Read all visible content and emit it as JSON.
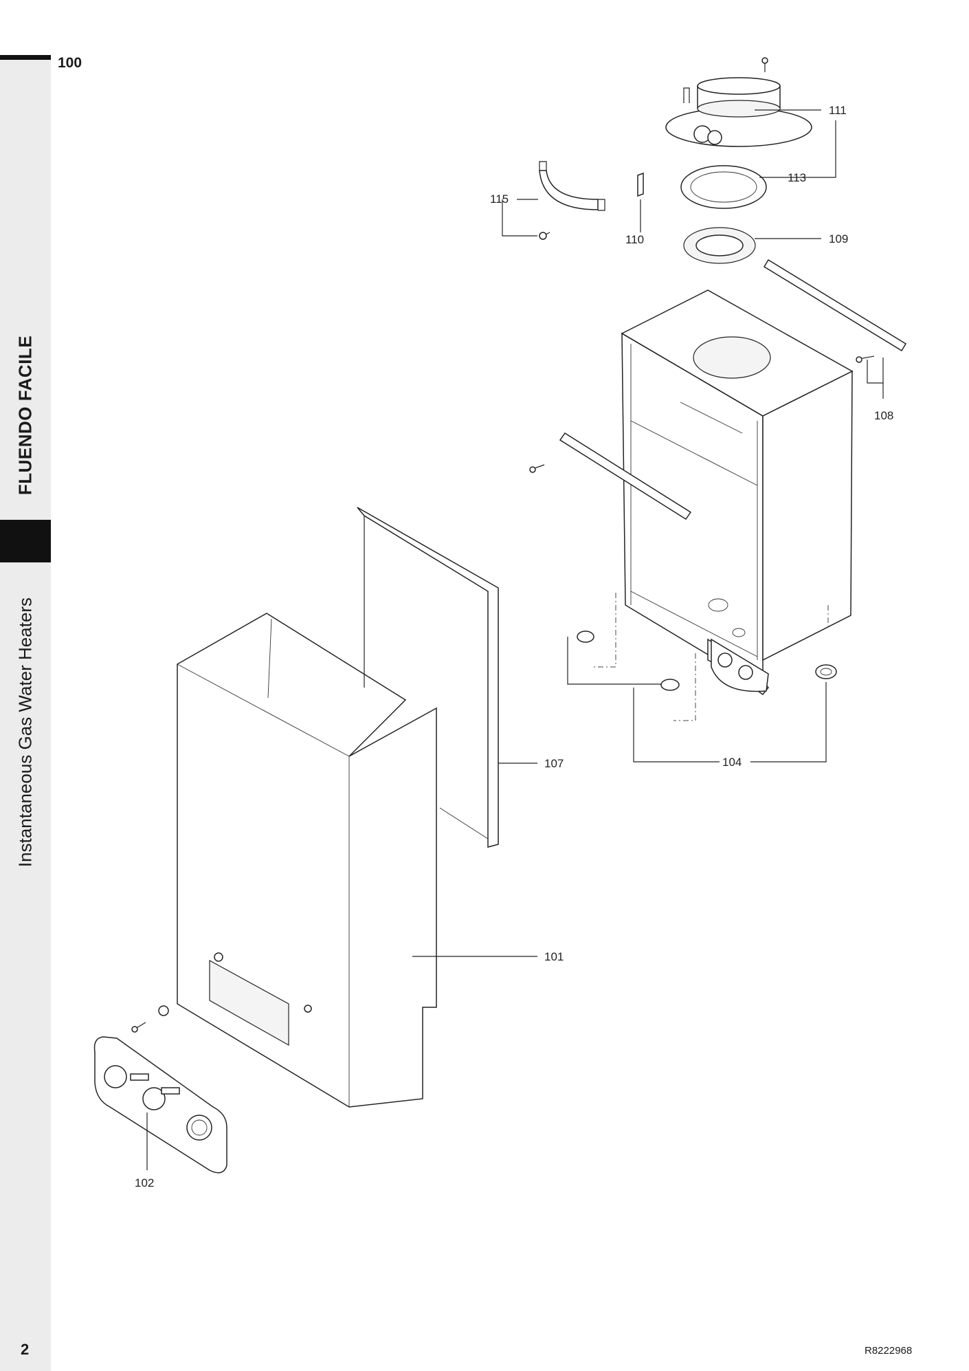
{
  "header": {
    "section_number": "100"
  },
  "sidebar": {
    "model_title": "FLUENDO FACILE",
    "category": "Instantaneous Gas Water Heaters"
  },
  "footer": {
    "page_number": "2",
    "document_ref": "R8222968"
  },
  "diagram": {
    "callouts": [
      "101",
      "102",
      "104",
      "107",
      "108",
      "109",
      "110",
      "111",
      "113",
      "115"
    ]
  }
}
